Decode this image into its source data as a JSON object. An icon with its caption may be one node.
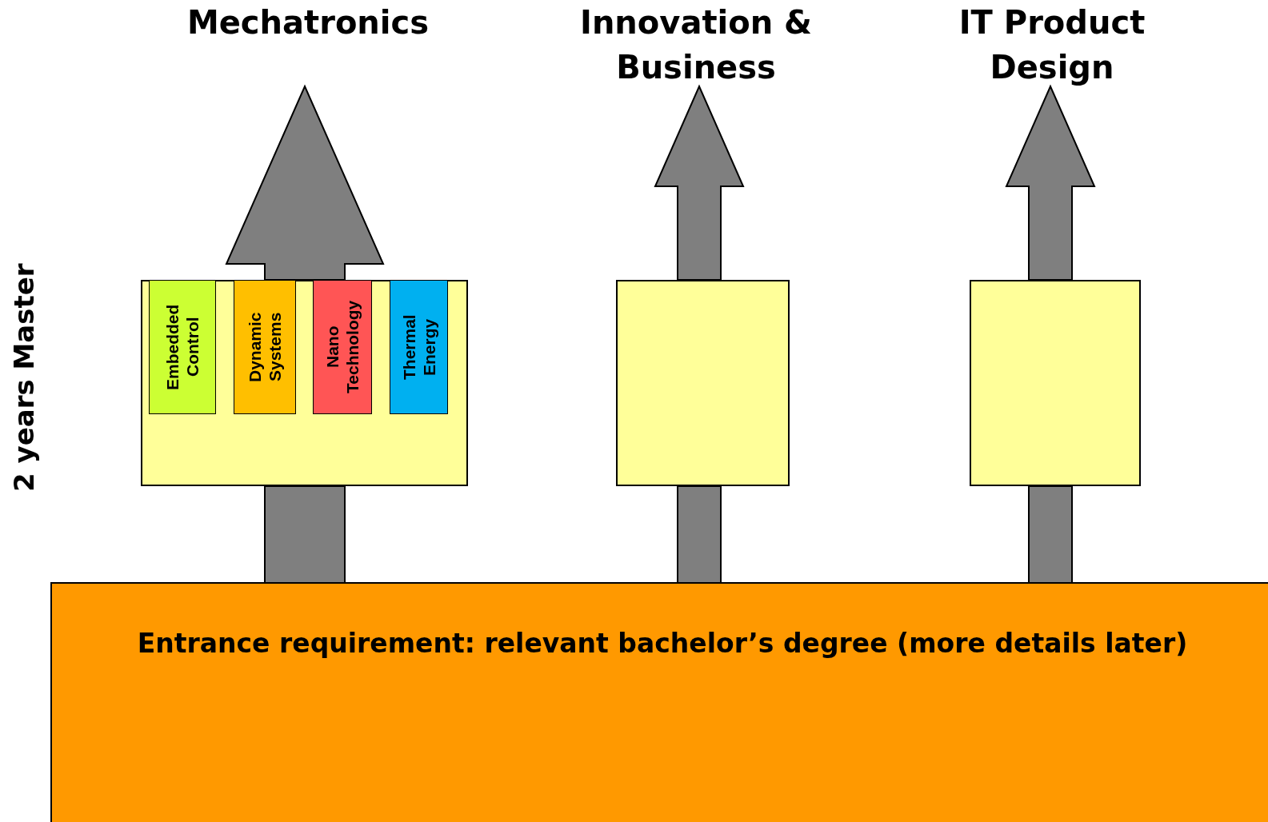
{
  "diagram": {
    "nodes": [
      {
        "text": [
          "Mechatronics"
        ]
      },
      {
        "text": [
          "Innovation & Business"
        ]
      },
      {
        "text": [
          "IT Product Design"
        ]
      },
      {
        "text": [],
        "shape": "box"
      },
      {
        "text": [
          "Embedded Control"
        ],
        "in": 3
      },
      {
        "text": [
          "Dynamic Systems"
        ],
        "in": 3
      },
      {
        "text": [
          "Nano Technology"
        ],
        "in": 3
      },
      {
        "text": [
          "Thermal Energy"
        ],
        "in": 3
      },
      {
        "text": [],
        "shape": "box"
      },
      {
        "text": [],
        "shape": "box"
      },
      {
        "text": [
          "Entrance requirement: relevant bachelor’s degree (more details later)"
        ]
      }
    ],
    "edges": [
      {
        "from": 10,
        "to": 3,
        "arrow": "none"
      },
      {
        "from": 3,
        "to": 0,
        "arrow": "to"
      },
      {
        "from": 10,
        "to": 8,
        "arrow": "none"
      },
      {
        "from": 8,
        "to": 1,
        "arrow": "to"
      },
      {
        "from": 10,
        "to": 9,
        "arrow": "none"
      },
      {
        "from": 9,
        "to": 2,
        "arrow": "to"
      }
    ],
    "labels": [
      "2 years Master"
    ]
  }
}
